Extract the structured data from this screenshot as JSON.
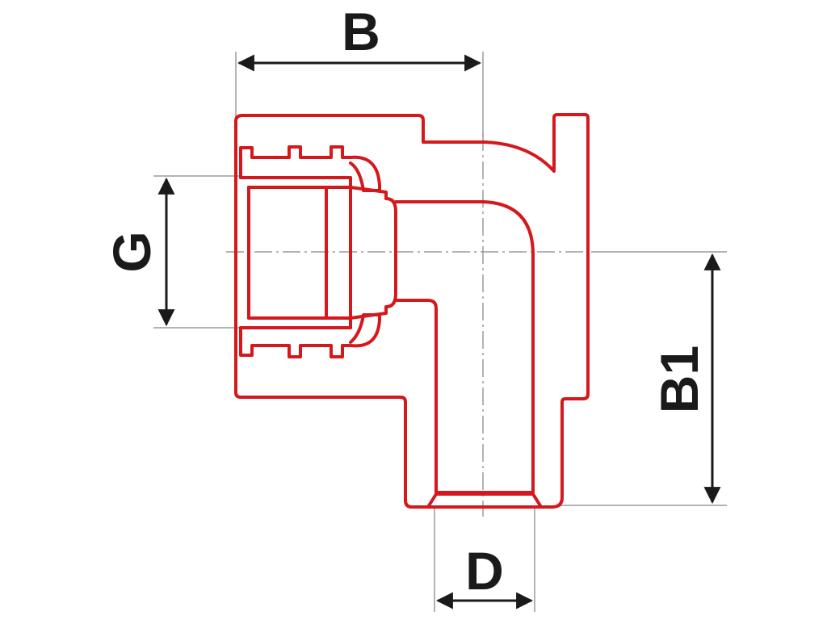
{
  "labels": {
    "B": "B",
    "G": "G",
    "B1": "B1",
    "D": "D"
  },
  "colors": {
    "fitting": "#d4181b",
    "dimension": "#1a1a1a",
    "extension": "#9a9a9a",
    "background": "#ffffff"
  }
}
